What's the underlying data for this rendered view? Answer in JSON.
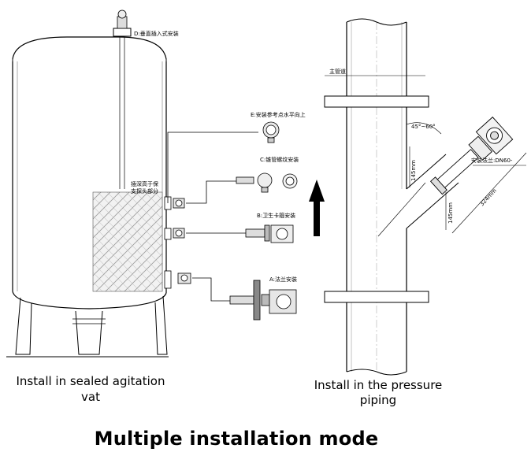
{
  "labels": {
    "vertical_install": "D:垂直插入式安装",
    "horizontal_ref": "E:安装参考点水平向上",
    "pipe_thread": "C:锥管螺纹安装",
    "sanitary_clamp": "B:卫生卡箍安装",
    "flange": "A:法兰安装",
    "insertion_depth": "插深高于保支探头部分",
    "main_pipe": "主管道",
    "angle": "45°~60°",
    "install_flange": "安装法兰:DN60-",
    "dim_a": "145mm",
    "dim_b": "145mm",
    "dim_c": "324mm"
  },
  "captions": {
    "vat": "Install in sealed agitation vat",
    "pipe": "Install in the pressure piping",
    "title": "Multiple installation mode"
  }
}
